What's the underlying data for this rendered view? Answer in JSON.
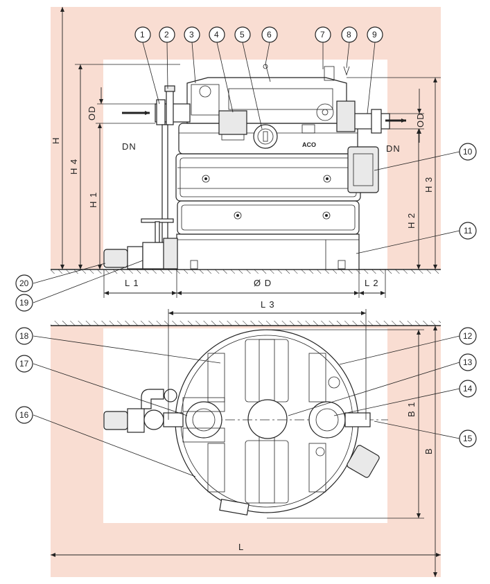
{
  "colors": {
    "wall": "#f9ddd2",
    "line": "#222222",
    "equipment_fill": "#ffffff",
    "equipment_shade": "#e9e9e9"
  },
  "logo_text": "ACO",
  "side_view": {
    "dimensions": {
      "H": "H",
      "H4": "H 4",
      "H1": "H 1",
      "H2": "H 2",
      "H3": "H 3",
      "OD_left": "OD",
      "OD_right": "OD",
      "DN_left": "DN",
      "DN_right": "DN",
      "L1": "L 1",
      "OD_diameter": "Ø D",
      "L2": "L 2"
    },
    "callouts_top": [
      "1",
      "2",
      "3",
      "4",
      "5",
      "6",
      "7",
      "8",
      "9"
    ],
    "callouts_right": [
      "10",
      "11"
    ],
    "callouts_left": [
      "20",
      "19"
    ]
  },
  "plan_view": {
    "dimensions": {
      "L3": "L 3",
      "B1": "B 1",
      "B": "B",
      "L": "L"
    },
    "callouts_left": [
      "18",
      "17",
      "16"
    ],
    "callouts_right": [
      "12",
      "13",
      "14",
      "15"
    ]
  }
}
